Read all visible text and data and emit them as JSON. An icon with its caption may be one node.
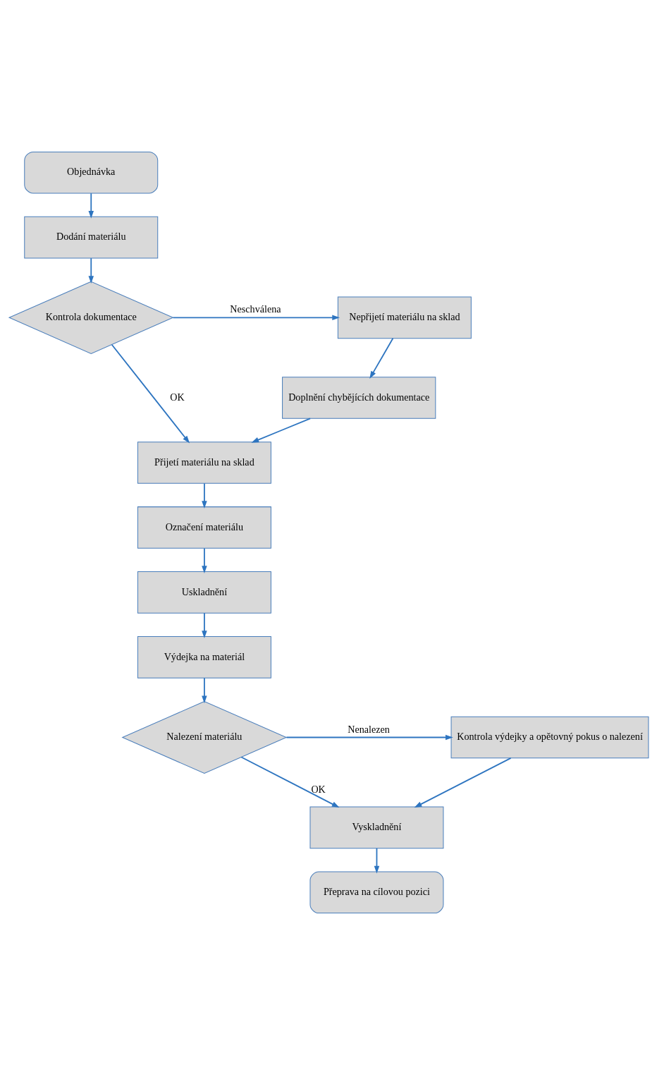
{
  "diagram": {
    "nodes": [
      {
        "text": [
          "Objednávka"
        ]
      },
      {
        "text": [
          "Dodání materiálu"
        ]
      },
      {
        "text": [
          "Kontrola dokumentace"
        ]
      },
      {
        "text": [
          "Nepřijetí materiálu na sklad"
        ]
      },
      {
        "text": [
          "Doplnění chybějících dokumentace"
        ]
      },
      {
        "text": [
          "Přijetí materiálu na sklad"
        ]
      },
      {
        "text": [
          "Označení materiálu"
        ]
      },
      {
        "text": [
          "Uskladnění"
        ]
      },
      {
        "text": [
          "Výdejka na materiál"
        ]
      },
      {
        "text": [
          "Nalezení materiálu"
        ]
      },
      {
        "text": [
          "Kontrola výdejky a opětovný pokus o nalezení"
        ]
      },
      {
        "text": [
          "Vyskladnění"
        ]
      },
      {
        "text": [
          "Přeprava na cílovou pozici"
        ]
      }
    ],
    "edges": [
      {
        "from": 0,
        "to": 1,
        "arrow": "to"
      },
      {
        "from": 1,
        "to": 2,
        "arrow": "to"
      },
      {
        "from": 2,
        "to": 3,
        "arrow": "to",
        "label": "Neschválena"
      },
      {
        "from": 3,
        "to": 4,
        "arrow": "to"
      },
      {
        "from": 2,
        "to": 5,
        "arrow": "to",
        "label": "OK"
      },
      {
        "from": 4,
        "to": 5,
        "arrow": "to"
      },
      {
        "from": 5,
        "to": 6,
        "arrow": "to"
      },
      {
        "from": 6,
        "to": 7,
        "arrow": "to"
      },
      {
        "from": 7,
        "to": 8,
        "arrow": "to"
      },
      {
        "from": 8,
        "to": 9,
        "arrow": "to"
      },
      {
        "from": 9,
        "to": 10,
        "arrow": "to",
        "label": "Nenalezen"
      },
      {
        "from": 9,
        "to": 11,
        "arrow": "to",
        "label": "OK"
      },
      {
        "from": 10,
        "to": 11,
        "arrow": "to"
      },
      {
        "from": 11,
        "to": 12,
        "arrow": "to"
      }
    ]
  }
}
